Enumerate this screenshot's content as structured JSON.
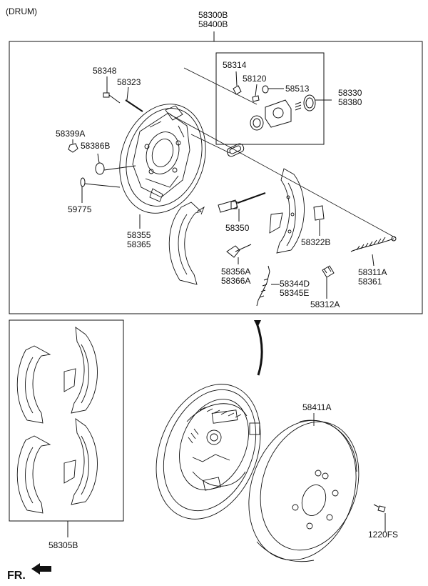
{
  "diagram_title": "(DRUM)",
  "assembly_label": [
    "58300B",
    "58400B"
  ],
  "front_marker": "FR.",
  "parts": {
    "p58348": "58348",
    "p58323": "58323",
    "p58314": "58314",
    "p58120": "58120",
    "p58513": "58513",
    "p58330": [
      "58330",
      "58380"
    ],
    "p58399A": "58399A",
    "p58386B": "58386B",
    "p59775": "59775",
    "p58355": [
      "58355",
      "58365"
    ],
    "p58350": "58350",
    "p58322B": "58322B",
    "p58356A": [
      "58356A",
      "58366A"
    ],
    "p58344D": [
      "58344D",
      "58345E"
    ],
    "p58311A": [
      "58311A",
      "58361"
    ],
    "p58312A": "58312A",
    "p58305B": "58305B",
    "p58411A": "58411A",
    "p1220FS": "1220FS"
  },
  "colors": {
    "line": "#111111",
    "background": "#ffffff"
  }
}
